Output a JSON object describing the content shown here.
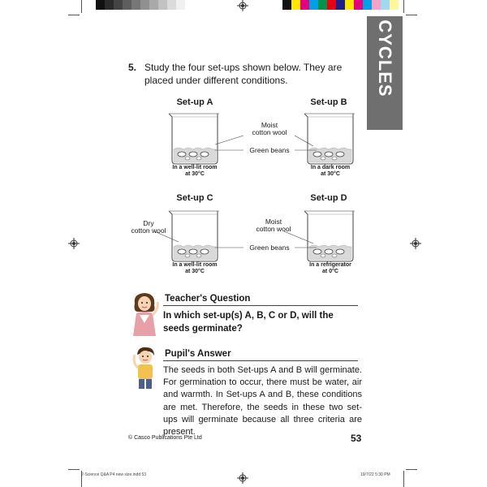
{
  "side_tab": {
    "label": "CYCLES",
    "color": "#6f6f6f"
  },
  "question": {
    "number": "5.",
    "text": "Study the four set-ups shown below. They are placed under different conditions."
  },
  "setups": {
    "a": {
      "title": "Set-up A",
      "condition": [
        "In a well-lit room",
        "at 30°C"
      ]
    },
    "b": {
      "title": "Set-up B",
      "condition": [
        "In a dark room",
        "at 30°C"
      ]
    },
    "c": {
      "title": "Set-up C",
      "condition": [
        "In a well-lit room",
        "at 30°C"
      ]
    },
    "d": {
      "title": "Set-up D",
      "condition": [
        "In a refrigerator",
        "at 0°C"
      ]
    }
  },
  "labels": {
    "moist_top": [
      "Moist",
      "cotton wool"
    ],
    "green_beans_top": "Green beans",
    "dry": [
      "Dry",
      "cotton wool"
    ],
    "moist_bottom": [
      "Moist",
      "cotton wool"
    ],
    "green_beans_bottom": "Green beans"
  },
  "teacher": {
    "heading": "Teacher's Question",
    "text": "In which set-up(s) A, B, C or D, will the seeds germinate?"
  },
  "pupil": {
    "heading": "Pupil's Answer",
    "text": "The seeds in both Set-ups A and B will germinate. For germination to occur, there must be water, air and warmth. In Set-ups A and B, these conditions are met. Therefore, the seeds in these two set-ups will germinate because all three criteria are present."
  },
  "footer": {
    "publisher": "© Casco Publications Pte Ltd",
    "page_number": "53"
  },
  "slug": {
    "left": "2-Science Q&A P4 new size.indd  53",
    "right": "19/7/22   5:30 PM"
  },
  "colors": {
    "grays": [
      "#111111",
      "#2b2b2b",
      "#444444",
      "#5e5e5e",
      "#777777",
      "#909090",
      "#a9a9a9",
      "#c2c2c2",
      "#dbdbdb",
      "#f0f0f0"
    ],
    "process": [
      "#111111",
      "#ffe800",
      "#e6007e",
      "#00a0e9",
      "#00944a",
      "#e60012",
      "#1d2088",
      "#ffe800",
      "#e6007e",
      "#00a0e9",
      "#f6a2c8",
      "#a0d8ef",
      "#fff799"
    ]
  }
}
